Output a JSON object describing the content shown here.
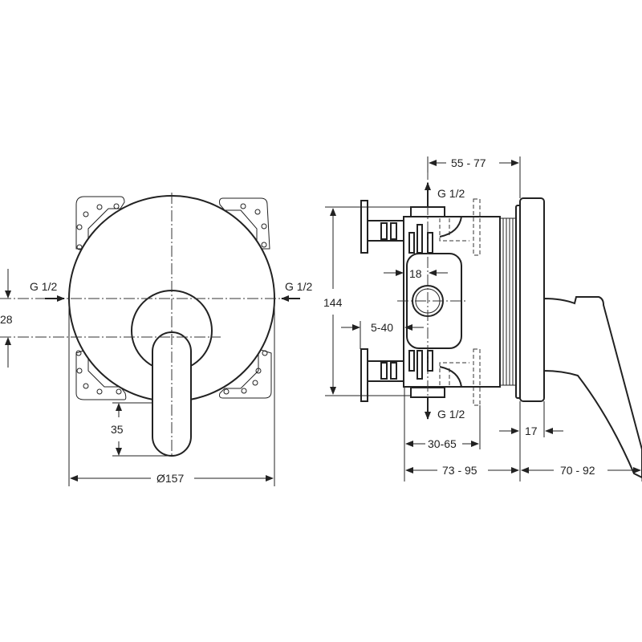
{
  "front_view": {
    "inlet_left_label": "G 1/2",
    "inlet_right_label": "G 1/2",
    "offset_dim": "28",
    "lever_dim": "35",
    "diameter_dim": "Ø157"
  },
  "side_view": {
    "top_outlet_label": "G 1/2",
    "bottom_outlet_label": "G 1/2",
    "depth_dim_top": "55 - 77",
    "height_dim": "144",
    "spindle_dim": "18",
    "adjust_dim": "5-40",
    "body_dim": "30-65",
    "wall_depth_dim": "73 - 95",
    "plate_dim": "17",
    "handle_dim": "70 - 92"
  },
  "colors": {
    "line": "#222222",
    "background": "#ffffff"
  }
}
